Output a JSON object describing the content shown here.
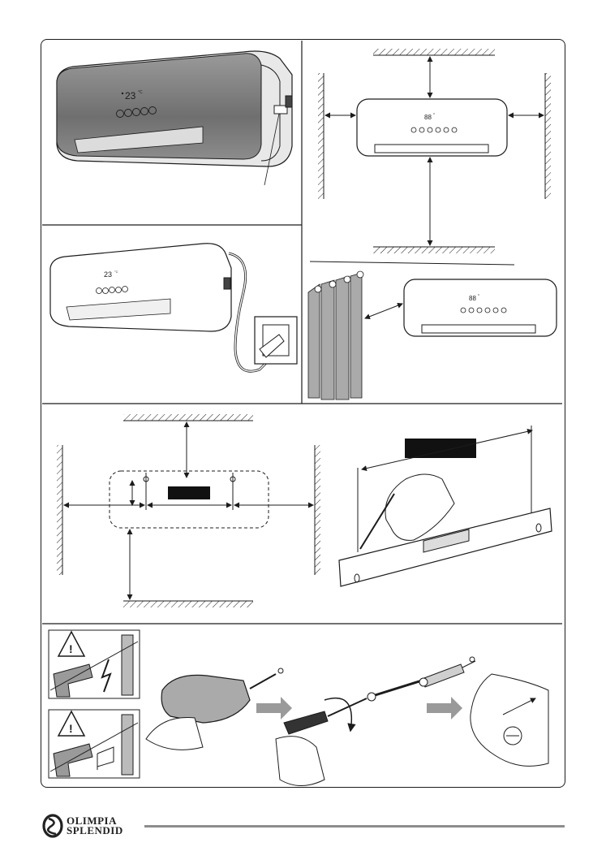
{
  "heater_display": {
    "temp_main": "23",
    "temp_unit": "°C",
    "temp_small": "88",
    "temp_small_unit": "°"
  },
  "brand": {
    "line1": "OLIMPIA",
    "line2": "SPLENDID"
  },
  "colors": {
    "line": "#1c1c1c",
    "heater_front": "#8a8a8a",
    "black_box": "#111111",
    "arrow_gray": "#9a9a9a",
    "footer_rule": "#8d8d8d"
  },
  "icons": [
    "warning-triangle-icon",
    "drill-icon",
    "pipe-icon",
    "lightning-icon",
    "wall-plug-icon",
    "curtain-icon",
    "spirit-level-icon",
    "screwdriver-icon",
    "wall-anchor-icon",
    "screw-icon"
  ]
}
